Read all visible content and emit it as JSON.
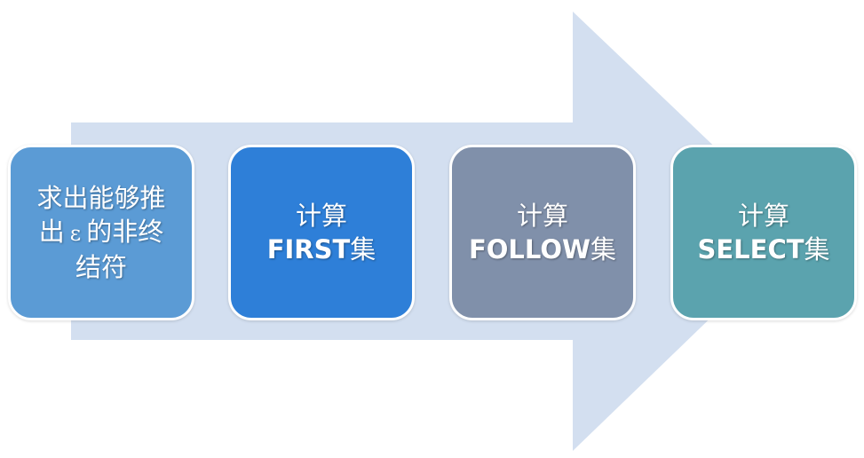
{
  "colors": {
    "arrow": "#d3dff0",
    "box1": "#5b9bd5",
    "box2": "#2e7fd8",
    "box3": "#8090aa",
    "box4": "#5ba3ae",
    "text": "#ffffff"
  },
  "steps": [
    {
      "line1": "求出能够推",
      "line2_pre": "出",
      "line2_symbol": "ε",
      "line2_post": "的非终",
      "line3": "结符"
    },
    {
      "line1": "计算",
      "line2_term": "FIRST",
      "line2_suffix": "集"
    },
    {
      "line1": "计算",
      "line2_term": "FOLLOW",
      "line2_suffix": "集"
    },
    {
      "line1": "计算",
      "line2_term": "SELECT",
      "line2_suffix": "集"
    }
  ]
}
